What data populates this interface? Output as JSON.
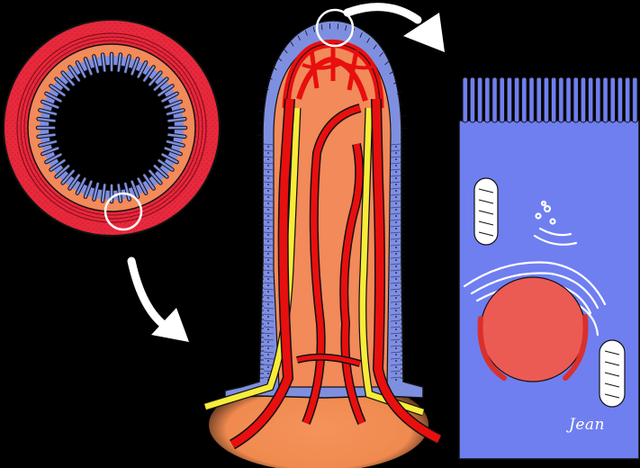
{
  "signature": "Jean",
  "colors": {
    "background": "#000000",
    "wall": "#e8293d",
    "submucosa": "#f28a5a",
    "epithelium": "#7f8fe0",
    "lumen": "#000000",
    "blood_vessel": "#e80f0f",
    "lymph_vessel": "#f7ec3a",
    "lamina_propria": "#f2894f",
    "cell_body": "#6f7ff0",
    "nucleus": "#ec5a54",
    "outline": "#111111",
    "highlight_circle": "#ffffff"
  },
  "figure": {
    "panels": [
      {
        "name": "intestine-cross-section"
      },
      {
        "name": "villus"
      },
      {
        "name": "enterocyte"
      }
    ],
    "zoom_arrows": 2,
    "highlight_circles": 2
  }
}
